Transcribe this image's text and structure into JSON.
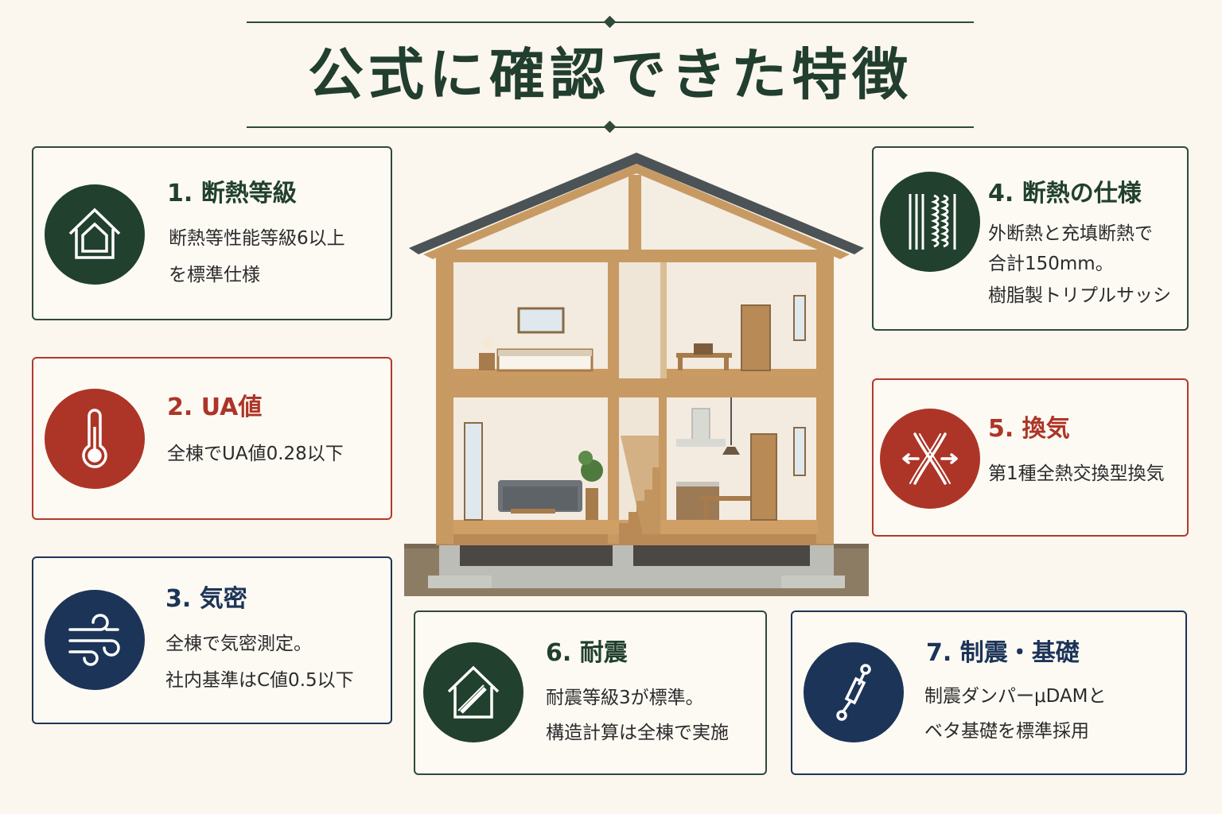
{
  "title": "公式に確認できた特徴",
  "features": [
    {
      "number_title": "1. 断熱等級",
      "lines": [
        "断熱等性能等級6以上",
        "を標準仕様"
      ],
      "icon": "house-icon",
      "color": "#21402d"
    },
    {
      "number_title": "2. UA値",
      "lines": [
        "全棟でUA値0.28以下"
      ],
      "icon": "thermometer-icon",
      "color": "#ad3527"
    },
    {
      "number_title": "3. 気密",
      "lines": [
        "全棟で気密測定。",
        "社内基準はC値0.5以下"
      ],
      "icon": "wind-icon",
      "color": "#1c3458"
    },
    {
      "number_title": "4. 断熱の仕様",
      "lines": [
        "外断熱と充填断熱で",
        "合計150mm。",
        "樹脂製トリプルサッシ"
      ],
      "icon": "insulation-wall-icon",
      "color": "#21402d"
    },
    {
      "number_title": "5. 換気",
      "lines": [
        "第1種全熱交換型換気"
      ],
      "icon": "ventilation-exchange-icon",
      "color": "#ad3527"
    },
    {
      "number_title": "6. 耐震",
      "lines": [
        "耐震等級3が標準。",
        "構造計算は全棟で実施"
      ],
      "icon": "braced-house-icon",
      "color": "#21402d"
    },
    {
      "number_title": "7. 制震・基礎",
      "lines": [
        "制震ダンパーμDAMと",
        "ベタ基礎を標準採用"
      ],
      "icon": "damper-icon",
      "color": "#1c3458"
    }
  ]
}
